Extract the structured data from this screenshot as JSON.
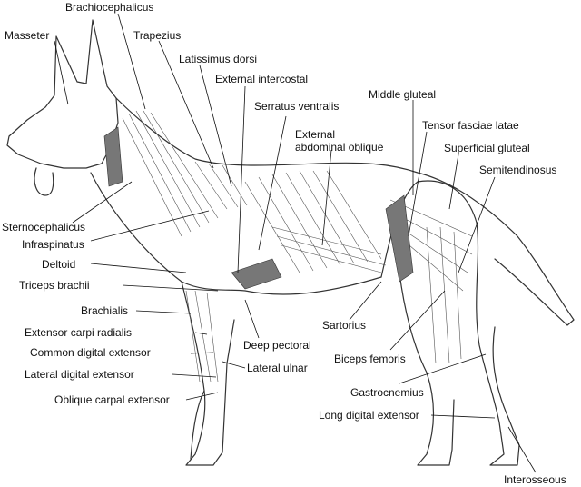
{
  "labels": {
    "masseter": "Masseter",
    "brachiocephalicus": "Brachiocephalicus",
    "trapezius": "Trapezius",
    "latissimus_dorsi": "Latissimus dorsi",
    "external_intercostal": "External intercostal",
    "serratus_ventralis": "Serratus ventralis",
    "external_abdominal_oblique_line1": "External",
    "external_abdominal_oblique_line2": "abdominal oblique",
    "middle_gluteal": "Middle gluteal",
    "tensor_fasciae_latae": "Tensor fasciae latae",
    "superficial_gluteal": "Superficial gluteal",
    "semitendinosus": "Semitendinosus",
    "sternocephalicus": "Sternocephalicus",
    "infraspinatus": "Infraspinatus",
    "deltoid": "Deltoid",
    "triceps_brachii": "Triceps brachii",
    "brachialis": "Brachialis",
    "extensor_carpi_radialis": "Extensor carpi radialis",
    "common_digital_extensor": "Common digital extensor",
    "lateral_digital_extensor": "Lateral digital extensor",
    "oblique_carpal_extensor": "Oblique carpal extensor",
    "deep_pectoral": "Deep pectoral",
    "lateral_ulnar": "Lateral ulnar",
    "sartorius": "Sartorius",
    "biceps_femoris": "Biceps femoris",
    "gastrocnemius": "Gastrocnemius",
    "long_digital_extensor": "Long digital extensor",
    "interosseous": "Interosseous"
  },
  "colors": {
    "ink": "#111111",
    "outline": "#333333",
    "background": "#ffffff"
  }
}
